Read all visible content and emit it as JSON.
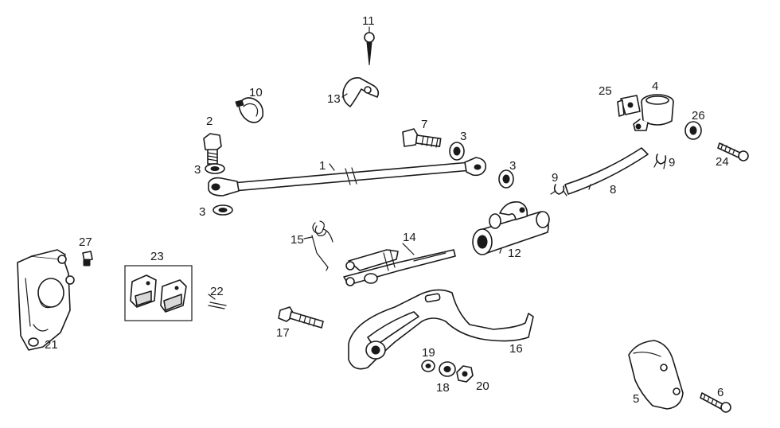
{
  "callouts": [
    "1",
    "2",
    "3",
    "4",
    "5",
    "6",
    "7",
    "8",
    "9",
    "10",
    "11",
    "12",
    "13",
    "14",
    "15",
    "16",
    "17",
    "18",
    "19",
    "20",
    "21",
    "22",
    "23",
    "24",
    "25",
    "26",
    "27"
  ],
  "colors": {
    "ink": "#1a1a1a",
    "paper": "#ffffff",
    "shade": "#d8d8d8"
  }
}
